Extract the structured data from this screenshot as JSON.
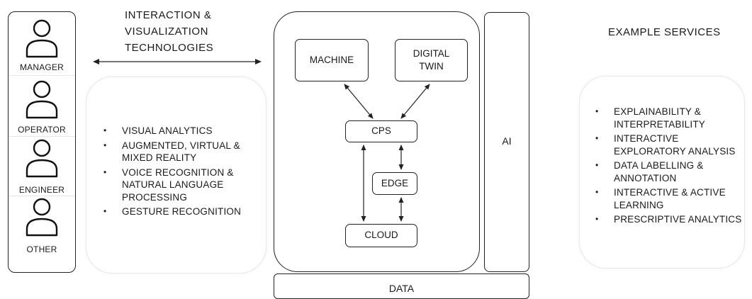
{
  "users": {
    "roles": [
      "MANAGER",
      "OPERATOR",
      "ENGINEER",
      "OTHER"
    ],
    "icon": "person-icon"
  },
  "interaction": {
    "heading_lines": [
      "INTERACTION &",
      "VISUALIZATION",
      "TECHNOLOGIES"
    ],
    "items": [
      [
        "VISUAL ANALYTICS"
      ],
      [
        "AUGMENTED, VIRTUAL &",
        "MIXED REALITY"
      ],
      [
        "VOICE RECOGNITION &",
        "NATURAL LANGUAGE",
        "PROCESSING"
      ],
      [
        "GESTURE RECOGNITION"
      ]
    ]
  },
  "system": {
    "machine": "MACHINE",
    "digital_twin_lines": [
      "DIGITAL",
      "TWIN"
    ],
    "cps": "CPS",
    "edge": "EDGE",
    "cloud": "CLOUD",
    "ai": "AI",
    "data": "DATA"
  },
  "services": {
    "heading": "EXAMPLE SERVICES",
    "items": [
      [
        "EXPLAINABILITY &",
        "INTERPRETABILITY"
      ],
      [
        "INTERACTIVE",
        "EXPLORATORY ANALYSIS"
      ],
      [
        "DATA LABELLING &",
        "ANNOTATION"
      ],
      [
        "INTERACTIVE & ACTIVE",
        "LEARNING"
      ],
      [
        "PRESCRIPTIVE ANALYTICS"
      ]
    ]
  }
}
